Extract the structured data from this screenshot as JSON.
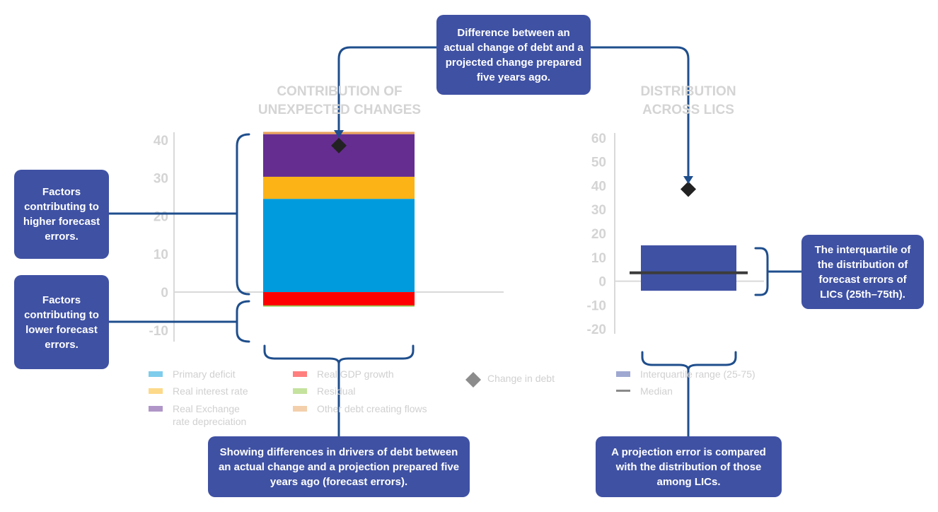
{
  "chart_data": [
    {
      "type": "bar",
      "title_lines": [
        "CONTRIBUTION OF",
        "UNEXPECTED CHANGES"
      ],
      "ylim": [
        -13,
        42
      ],
      "yticks": [
        40,
        30,
        20,
        10,
        0,
        -10
      ],
      "grid": false,
      "series": [
        {
          "name": "Primary deficit",
          "value": 24.5,
          "color": "#009bdc"
        },
        {
          "name": "Real interest rate",
          "value": 5.8,
          "color": "#fcb316"
        },
        {
          "name": "Real Exchange rate depreciation",
          "value": 11.2,
          "color": "#662d91"
        },
        {
          "name": "Real GDP growth",
          "value": -3.5,
          "color": "#ff0000"
        },
        {
          "name": "Residual",
          "value": -0.3,
          "color": "#8dc63f"
        },
        {
          "name": "Other debt creating flows",
          "value": 0.6,
          "color": "#e8a15c"
        }
      ],
      "marker": {
        "name": "Change in debt",
        "value": 38.5,
        "color": "#222222"
      }
    },
    {
      "type": "box",
      "title_lines": [
        "DISTRIBUTION",
        "ACROSS LICS"
      ],
      "ylim": [
        -22,
        62
      ],
      "yticks": [
        60,
        50,
        40,
        30,
        20,
        10,
        0,
        -10,
        -20
      ],
      "grid": false,
      "interquartile": {
        "name": "Interquartile range (25-75)",
        "low": -4,
        "high": 15,
        "color": "#3f51a3"
      },
      "median": {
        "name": "Median",
        "value": 3.5,
        "color": "#3c3c3c"
      },
      "marker": {
        "value": 38.5,
        "color": "#222222"
      }
    }
  ],
  "legend": {
    "primary_deficit": "Primary deficit",
    "real_interest_rate": "Real interest rate",
    "real_exchange_line1": "Real Exchange",
    "real_exchange_line2": "rate depreciation",
    "real_gdp_growth": "Real GDP growth",
    "residual": "Residual",
    "other_flows": "Other debt creating flows",
    "change_in_debt": "Change in debt",
    "interquartile": "Interquartile range (25-75)",
    "median": "Median"
  },
  "callouts": {
    "top": "Difference between an actual change of debt and a projected change prepared five years ago.",
    "higher": "Factors contributing to higher forecast errors.",
    "lower": "Factors contributing to lower forecast errors.",
    "bottom_left": "Showing differences in drivers of debt between an actual change and a projection prepared five years ago (forecast errors).",
    "bottom_right": "A projection error is compared with the distribution of those among LICs.",
    "right": "The interquartile of the distribution of forecast errors of LICs (25th–75th)."
  },
  "colors": {
    "callout_bg": "#3f51a3",
    "connector": "#1f4e8c",
    "axis": "#d9d9d9",
    "muted_text": "#d0d0d0"
  }
}
